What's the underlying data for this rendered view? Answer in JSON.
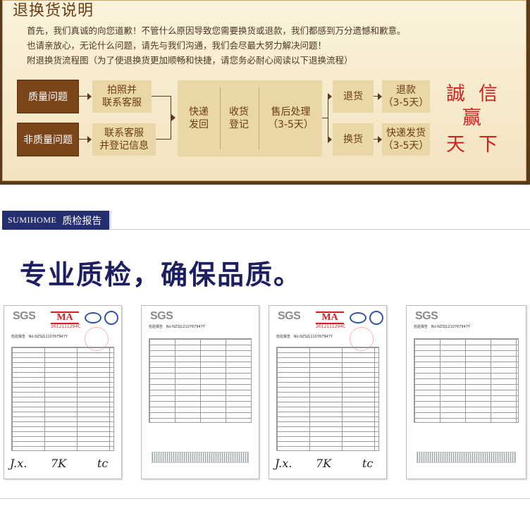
{
  "policy": {
    "title": "退换货说明",
    "lines": [
      "首先，我们真诚的向您道歉！不管什么原因导致您需要换货或退款，我们都感到万分遗憾和歉意。",
      "也请亲放心，无论什么问题，请先与我们沟通，我们会尽最大努力解决问题！",
      "附退换货流程图（为了使退换货更加顺畅和快捷，请您务必耐心阅读以下退换流程）"
    ],
    "flow": {
      "quality_issue": "质量问题",
      "non_quality_issue": "非质量问题",
      "photo_contact_1": "拍照并",
      "photo_contact_2": "联系客服",
      "contact_register_1": "联系客服",
      "contact_register_2": "并登记信息",
      "ship_back_1": "快递",
      "ship_back_2": "发回",
      "receive_register_1": "收货",
      "receive_register_2": "登记",
      "after_sales_1": "售后处理",
      "after_sales_2": "（3-5天）",
      "return": "退货",
      "refund_1": "退款",
      "refund_2": "（3-5天）",
      "exchange": "换货",
      "reship_1": "快递发货",
      "reship_2": "（3-5天）"
    },
    "motto": {
      "char1": "誠",
      "char2": "信",
      "char3": "赢",
      "char4": "天",
      "char5": "下"
    }
  },
  "brand": {
    "name": "SUMIHOME",
    "section": "质检报告"
  },
  "headline": "专业质检，确保品质。",
  "certs": {
    "sgs": "SGS",
    "ma": "MA",
    "ma_number": "2012111294C",
    "report_label": "检验报告",
    "report_no": "No:NZSJ1210767947Y"
  }
}
